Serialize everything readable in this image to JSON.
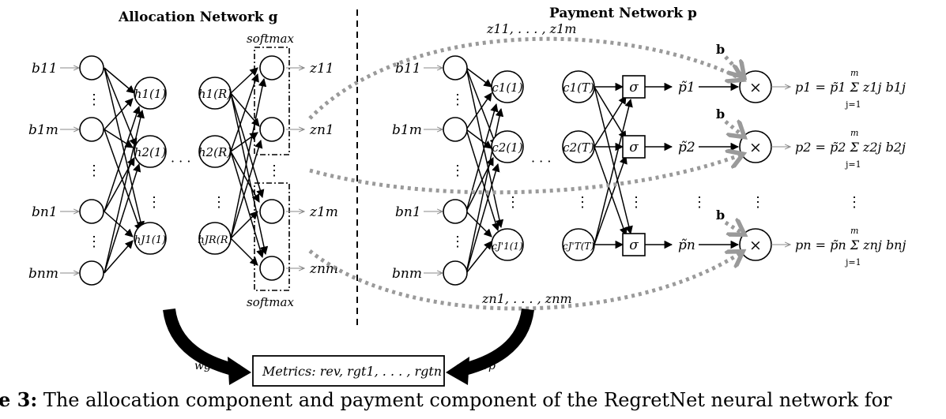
{
  "titles": {
    "allocation": "Allocation Network g",
    "payment": "Payment Network p"
  },
  "labels": {
    "softmax_top": "softmax",
    "softmax_bottom": "softmax",
    "z_top_curve": "z11, . . . , z1m",
    "z_bottom_curve": "zn1, . . . , znm",
    "b_vector": "b",
    "wg": "wg",
    "wp": "wp",
    "times": "×",
    "sigma": "σ",
    "ellipsis": "· · ·",
    "vdots": "⋮"
  },
  "allocation_inputs": [
    "b11",
    "b1m",
    "bn1",
    "bnm"
  ],
  "allocation_hidden1": [
    "h1(1)",
    "h2(1)",
    "hJ1(1)"
  ],
  "allocation_hiddenR": [
    "h1(R)",
    "h2(R)",
    "hJR(R)"
  ],
  "allocation_outputs": [
    "z11",
    "zn1",
    "z1m",
    "znm"
  ],
  "payment_inputs": [
    "b11",
    "b1m",
    "bn1",
    "bnm"
  ],
  "payment_hidden1": [
    "c1(1)",
    "c2(1)",
    "cJ'1(1)"
  ],
  "payment_hiddenT": [
    "c1(T)",
    "c2(T)",
    "cJ'T(T)"
  ],
  "payment_ptilde": [
    "p̃1",
    "p̃2",
    "p̃n"
  ],
  "payment_formulas": [
    "p1 = p̃1 Σ z1j b1j",
    "p2 = p̃2 Σ z2j b2j",
    "pn = p̃n Σ znj bnj"
  ],
  "sum_limits": {
    "upper": "m",
    "lower": "j=1"
  },
  "metrics": "Metrics: rev, rgt1, . . . , rgtn",
  "caption": {
    "label": "e 3:",
    "text": "The allocation component and payment component of the RegretNet neural network for"
  }
}
